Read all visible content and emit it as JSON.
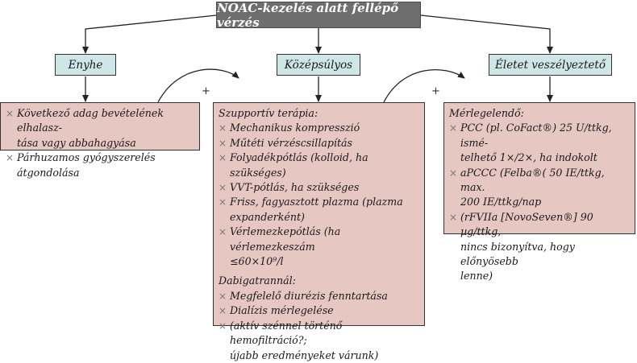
{
  "title": "NOAC-kezelés alatt fellépő vérzés",
  "connector_symbol": "+",
  "categories": [
    {
      "label": "Enyhe"
    },
    {
      "label": "Középsúlyos"
    },
    {
      "label": "Életet veszélyeztető"
    }
  ],
  "mild": {
    "items": [
      [
        "Következő adag bevételének elhalasz-",
        "tása vagy abbahagyása"
      ],
      [
        "Párhuzamos gyógyszerelés átgondolása"
      ]
    ]
  },
  "moderate": {
    "heading1": "Szupportív terápia:",
    "items1": [
      [
        "Mechanikus kompresszió"
      ],
      [
        "Műtéti vérzéscsillapítás"
      ],
      [
        "Folyadékpótlás (kolloid, ha szükséges)"
      ],
      [
        "VVT-pótlás, ha szükséges"
      ],
      [
        "Friss, fagyasztott plazma (plazma",
        "expanderként)"
      ],
      [
        "Vérlemezkepótlás (ha vérlemezkeszám",
        "≤60×10⁹/l"
      ]
    ],
    "heading2": "Dabigatrannál:",
    "items2": [
      [
        "Megfelelő diurézis fenntartása"
      ],
      [
        "Dialízis mérlegelése"
      ],
      [
        "(aktív szénnel történő hemofiltráció?;",
        "újabb eredményeket várunk)"
      ]
    ]
  },
  "life": {
    "heading": "Mérlegelendő:",
    "items": [
      [
        "PCC (pl. CoFact®) 25 U/ttkg, ismé-",
        "telhető 1×/2×, ha indokolt"
      ],
      [
        "aPCCC (Felba®( 50 IE/ttkg, max.",
        "200 IE/ttkg/nap"
      ],
      [
        "(rFVIIa [NovoSeven®] 90 µg/ttkg,",
        "nincs bizonyítva, hogy előnyösebb",
        "lenne)"
      ]
    ]
  }
}
